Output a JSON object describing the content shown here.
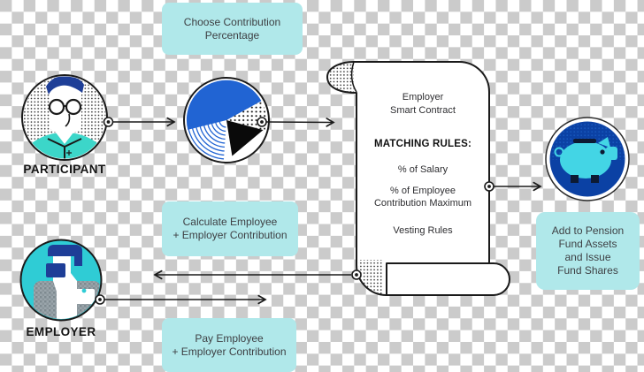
{
  "diagram": {
    "description": "Pension smart contract flow diagram on transparent checkerboard background",
    "nodes": {
      "participant": {
        "label": "PARTICIPANT",
        "icon": "participant-avatar-icon"
      },
      "employer": {
        "label": "EMPLOYER",
        "icon": "employer-avatar-icon"
      },
      "pie": {
        "icon": "pie-chart-icon"
      },
      "piggy": {
        "icon": "piggy-bank-icon"
      },
      "choose_box": {
        "line1": "Choose Contribution",
        "line2": "Percentage"
      },
      "calculate_box": {
        "line1": "Calculate Employee",
        "line2": "+ Employer Contribution"
      },
      "pay_box": {
        "line1": "Pay Employee",
        "line2": "+ Employer Contribution"
      },
      "add_box": {
        "line1": "Add to Pension",
        "line2": "Fund Assets",
        "line3": "and Issue",
        "line4": "Fund Shares"
      },
      "smart_contract": {
        "icon": "smart-contract-scroll-icon",
        "title_line1": "Employer",
        "title_line2": "Smart Contract",
        "heading": "MATCHING RULES:",
        "rule1": "% of Salary",
        "rule2_line1": "% of Employee",
        "rule2_line2": "Contribution Maximum",
        "rule3": "Vesting Rules"
      }
    },
    "colors": {
      "checker_gray": "#cbcbcb",
      "note_box_teal": "#b0e8ea",
      "pie_blue": "#2164d3",
      "hair_navy": "#1e3e97",
      "participant_shirt_teal": "#3cd6c9",
      "employer_circle_teal": "#2fccd5",
      "piggy_background_blue": "#0b41a4",
      "piggy_teal": "#43d5e5",
      "line_black": "#1a1a1a",
      "text_dark": "#3e4044"
    }
  }
}
